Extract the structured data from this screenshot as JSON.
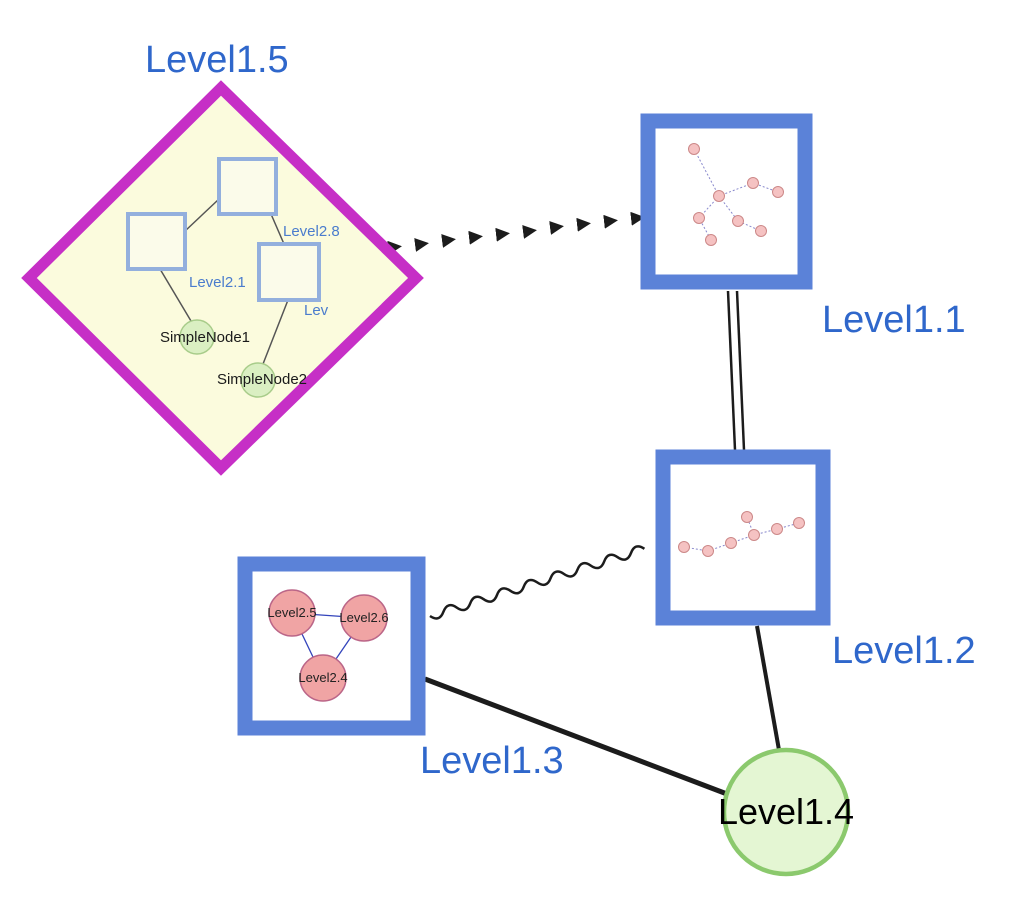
{
  "nodes": {
    "level15": {
      "label": "Level1.5",
      "shape": "diamond-group"
    },
    "level11": {
      "label": "Level1.1",
      "shape": "square-group"
    },
    "level12": {
      "label": "Level1.2",
      "shape": "square-group"
    },
    "level13": {
      "label": "Level1.3",
      "shape": "square-group"
    },
    "level14": {
      "label": "Level1.4",
      "shape": "circle"
    }
  },
  "level15_contents": {
    "square_labels": [
      "Level2.8",
      "Level2.1",
      "Lev"
    ],
    "simple_nodes": [
      "SimpleNode1",
      "SimpleNode2"
    ]
  },
  "level13_contents": {
    "circle_labels": [
      "Level2.5",
      "Level2.6",
      "Level2.4"
    ]
  },
  "edges": [
    {
      "from": "Level1.5",
      "to": "Level1.1",
      "style": "dashed-arrow"
    },
    {
      "from": "Level1.1",
      "to": "Level1.2",
      "style": "double-line"
    },
    {
      "from": "Level1.3",
      "to": "Level1.2",
      "style": "wavy"
    },
    {
      "from": "Level1.3",
      "to": "Level1.4",
      "style": "solid"
    },
    {
      "from": "Level1.2",
      "to": "Level1.4",
      "style": "solid"
    }
  ],
  "colors": {
    "label_blue": "#2f67cb",
    "diamond_border": "#c62fc6",
    "diamond_fill": "#fbfbdd",
    "group_border": "#5b82d8",
    "green_fill": "#e4f6d3",
    "green_border": "#8bc96d",
    "pink_triangle_fill": "#f0a4a4",
    "mini_node_fill": "#f5c2c2"
  }
}
